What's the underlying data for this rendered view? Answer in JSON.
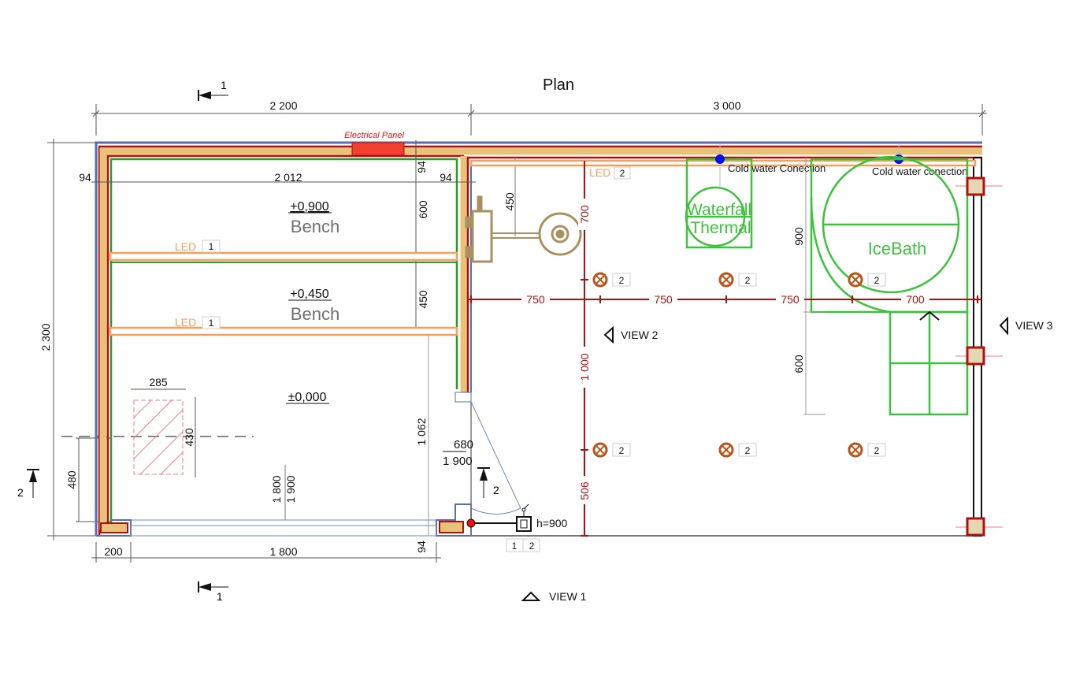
{
  "title": "Plan",
  "colors": {
    "wall_blue": "#5a6fb0",
    "wall_red": "#b01010",
    "insulation": "#d9a23a",
    "fixture_green": "#3ec23e",
    "led": "#f6a060",
    "lamp": "#b8541a",
    "heater": "#a89060",
    "water_dot": "#0010ee"
  },
  "dimensions": {
    "overall_left": "2 200",
    "overall_right": "3 000",
    "overall_height": "2 300",
    "wall_left": "94",
    "inner_width": "2 012",
    "wall_right": "94",
    "wall_top": "94",
    "bench1_depth": "600",
    "bench2_depth": "450",
    "floor_depth": "1 062",
    "bottom_left": "200",
    "bottom_door": "1 800",
    "bottom_wall": "94",
    "vent_width": "285",
    "vent_height": "430",
    "vent_offset": "480",
    "window_w": "1 800",
    "window_h": "1 900",
    "door_w": "680",
    "door_h": "1 900",
    "heater_offset": "450",
    "ice_bath_depth": "900",
    "steps_depth": "600",
    "red_700_v": "700",
    "red_1000": "1 000",
    "red_506": "506",
    "red_h": [
      "750",
      "750",
      "750",
      "700"
    ]
  },
  "levels": [
    {
      "level": "+0,900",
      "name": "Bench"
    },
    {
      "level": "+0,450",
      "name": "Bench"
    },
    {
      "level": "±0,000"
    }
  ],
  "labels": {
    "electrical_panel": "Electrical Panel",
    "led": "LED",
    "led1_tag": "1",
    "led2_tag": "2",
    "cold_water_1": "Cold water Conection",
    "cold_water_2": "Cold water conection",
    "waterfall": "Waterfall",
    "thermal": "Thermal",
    "icebath": "IceBath",
    "switch_height": "h=900",
    "switch_tags": [
      "1",
      "2"
    ],
    "lamp_tag": "2",
    "view1": "VIEW 1",
    "view2": "VIEW 2",
    "view3": "VIEW 3",
    "section1": "1",
    "section2": "2"
  }
}
